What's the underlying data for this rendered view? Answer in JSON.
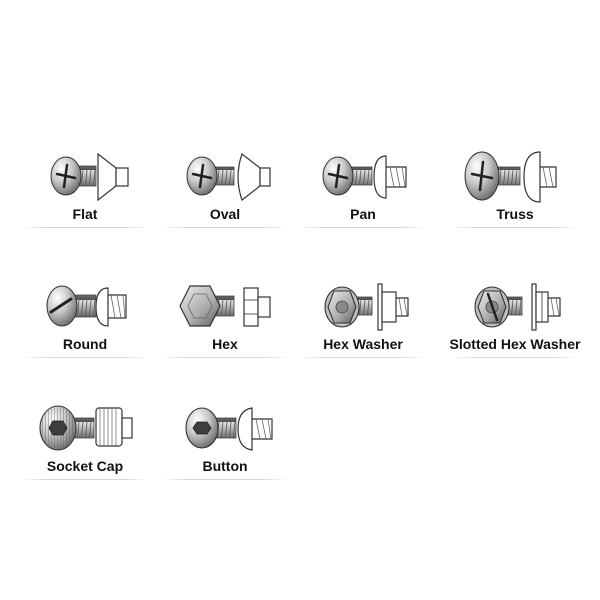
{
  "items": [
    {
      "label": "Flat",
      "icon": "flat-head-screw-icon"
    },
    {
      "label": "Oval",
      "icon": "oval-head-screw-icon"
    },
    {
      "label": "Pan",
      "icon": "pan-head-screw-icon"
    },
    {
      "label": "Truss",
      "icon": "truss-head-screw-icon"
    },
    {
      "label": "Round",
      "icon": "round-head-screw-icon"
    },
    {
      "label": "Hex",
      "icon": "hex-head-screw-icon"
    },
    {
      "label": "Hex Washer",
      "icon": "hex-washer-head-screw-icon"
    },
    {
      "label": "Slotted Hex Washer",
      "icon": "slotted-hex-washer-head-screw-icon"
    },
    {
      "label": "Socket Cap",
      "icon": "socket-cap-screw-icon"
    },
    {
      "label": "Button",
      "icon": "button-head-screw-icon"
    }
  ],
  "colors": {
    "metal_light": "#f2f2f2",
    "metal_dark": "#6a6a6a",
    "outline": "#333333",
    "profile_fill": "#ffffff"
  }
}
